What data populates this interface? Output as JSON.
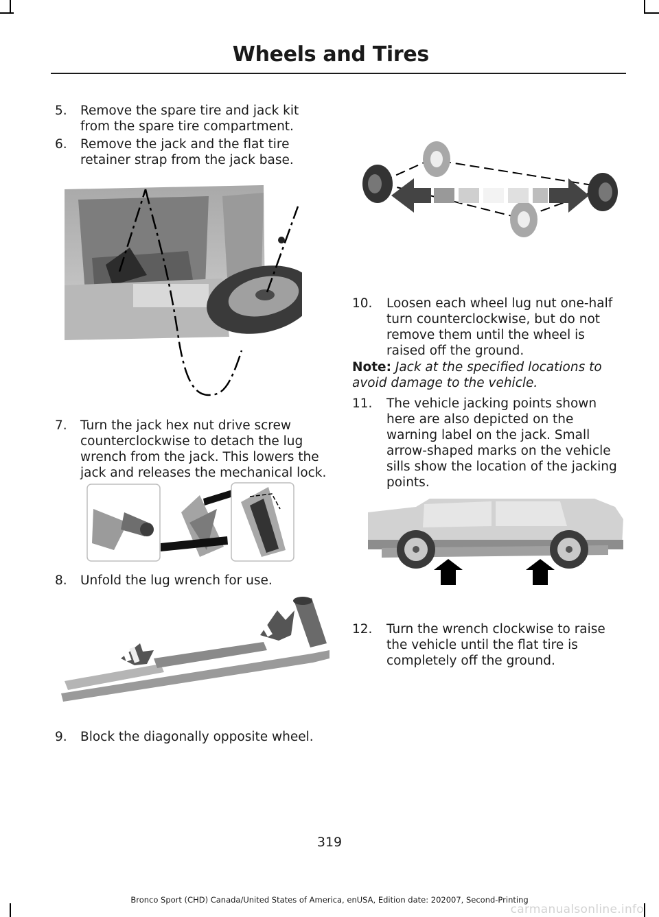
{
  "header": {
    "title": "Wheels and Tires"
  },
  "steps": [
    {
      "num": "5.",
      "text": "Remove the spare tire and jack kit from the spare tire compartment."
    },
    {
      "num": "6.",
      "text": "Remove the jack and the flat tire retainer strap from the jack base."
    },
    {
      "num": "7.",
      "text": "Turn the jack hex nut drive screw counterclockwise to detach the lug wrench from the jack. This lowers the jack and releases the mechanical lock."
    },
    {
      "num": "8.",
      "text": "Unfold the lug wrench for use."
    },
    {
      "num": "9.",
      "text": "Block the diagonally opposite wheel."
    },
    {
      "num": "10.",
      "text": "Loosen each wheel lug nut one-half turn counterclockwise, but do not remove them until the wheel is raised off the ground."
    },
    {
      "num": "11.",
      "text": "The vehicle jacking points shown here are also depicted on the warning label on the jack. Small arrow-shaped marks on the vehicle sills show the location of the jacking points."
    },
    {
      "num": "12.",
      "text": "Turn the wrench clockwise to raise the vehicle until the flat tire is completely off the ground."
    }
  ],
  "note": {
    "label": "Note:",
    "text": "Jack at the specified locations to avoid damage to the vehicle."
  },
  "page_number": "319",
  "footer": "Bronco Sport (CHD) Canada/United States of America, enUSA, Edition date: 202007, Second-Printing",
  "watermark": "carmanualsonline.info"
}
